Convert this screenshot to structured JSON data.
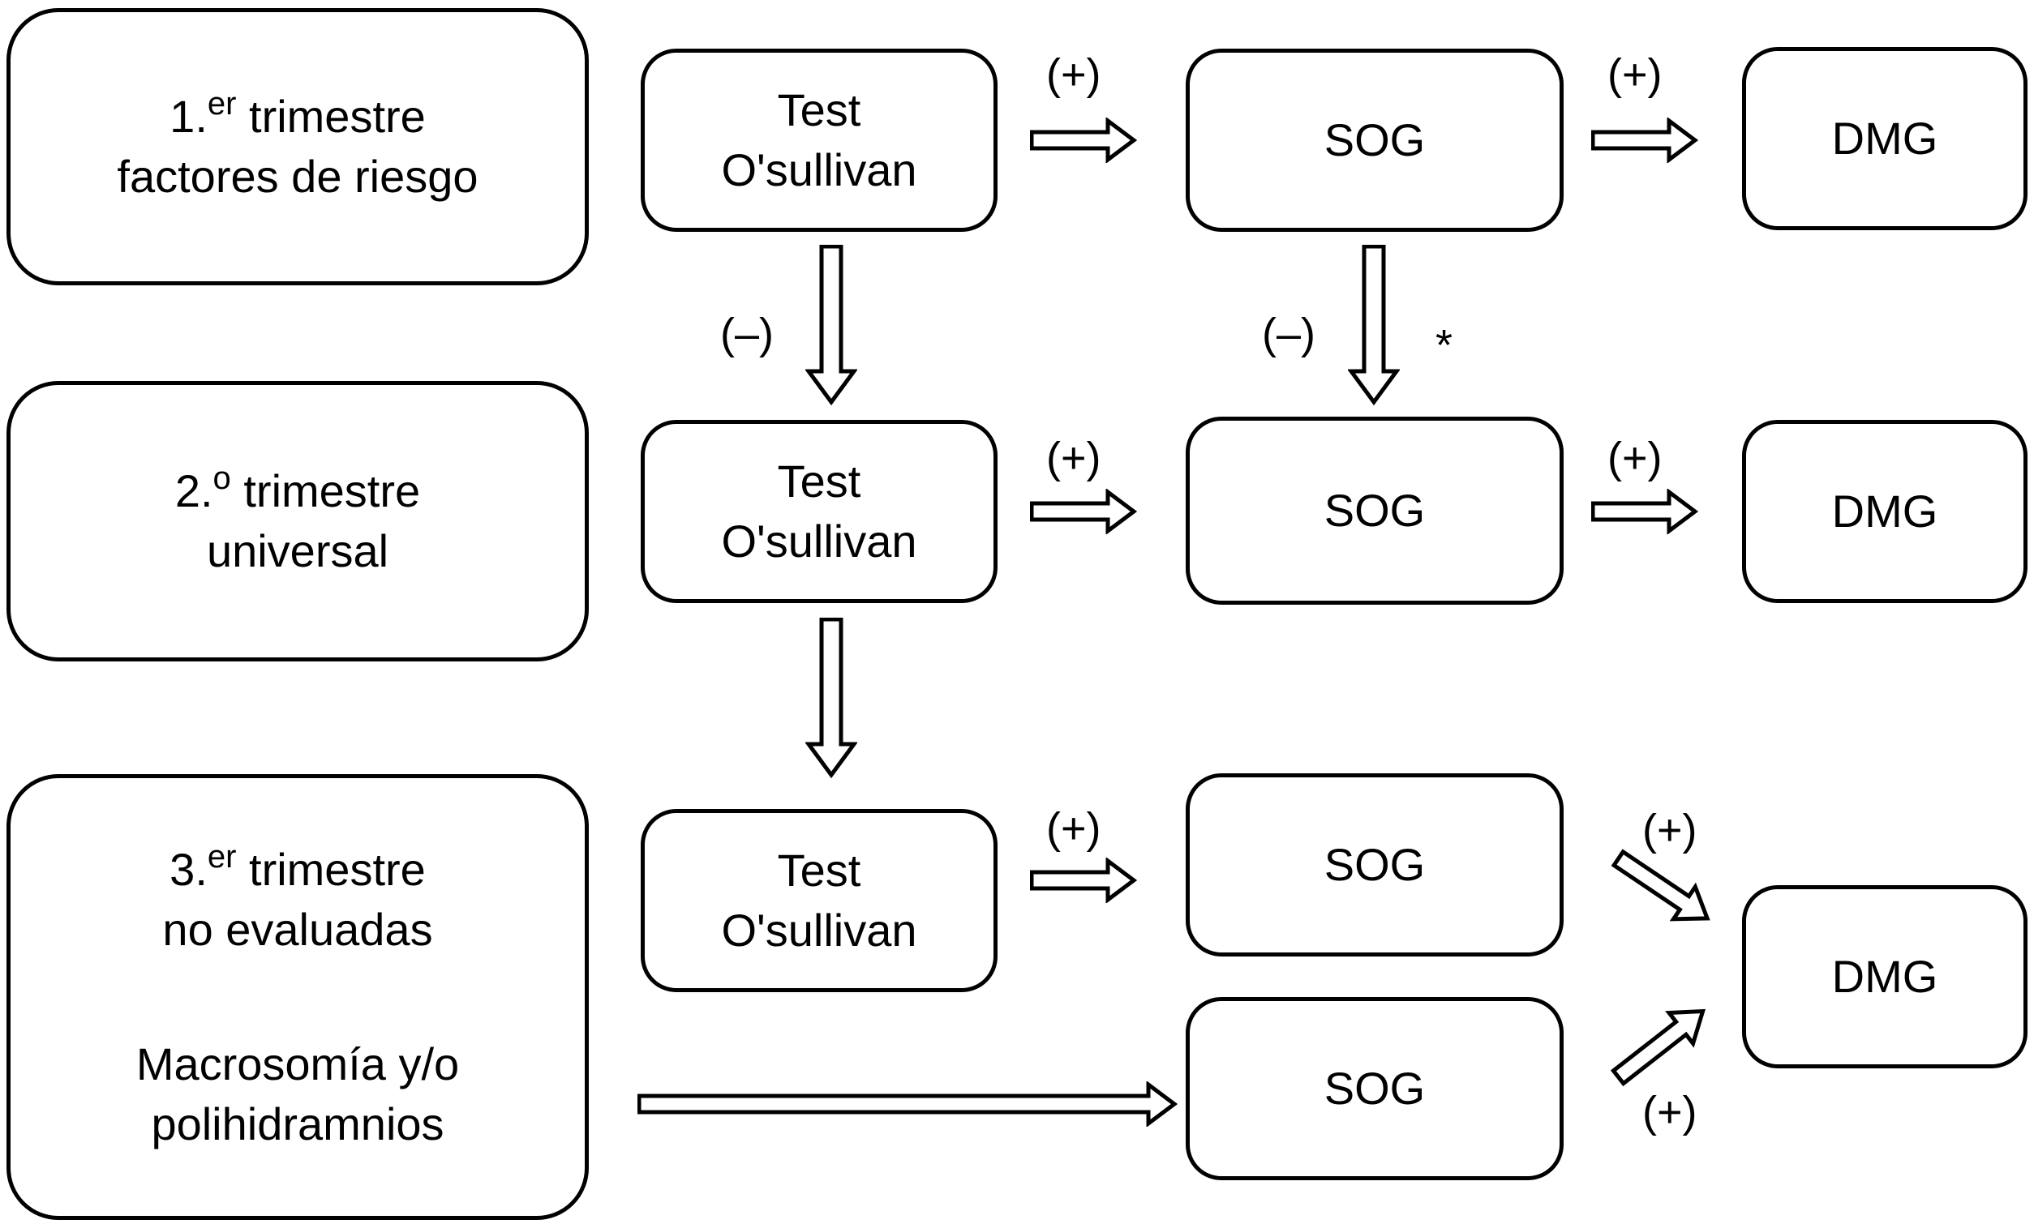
{
  "trimesters": [
    {
      "num": "1.",
      "sup": "er",
      "word": " trimestre",
      "sub": "factores de riesgo"
    },
    {
      "num": "2.",
      "sup": "o",
      "word": " trimestre",
      "sub": "universal"
    },
    {
      "num": "3.",
      "sup": "er",
      "word": " trimestre",
      "sub": "no evaluadas",
      "extra_line1": "Macrosomía y/o",
      "extra_line2": "polihidramnios"
    }
  ],
  "test_box": {
    "line1": "Test",
    "line2": "Oʹsullivan"
  },
  "sog_label": "SOG",
  "dmg_label": "DMG",
  "positive_label": "(+)",
  "negative_label": "(–)",
  "asterisk": "*",
  "colors": {
    "stroke": "#000000",
    "background": "#ffffff"
  }
}
